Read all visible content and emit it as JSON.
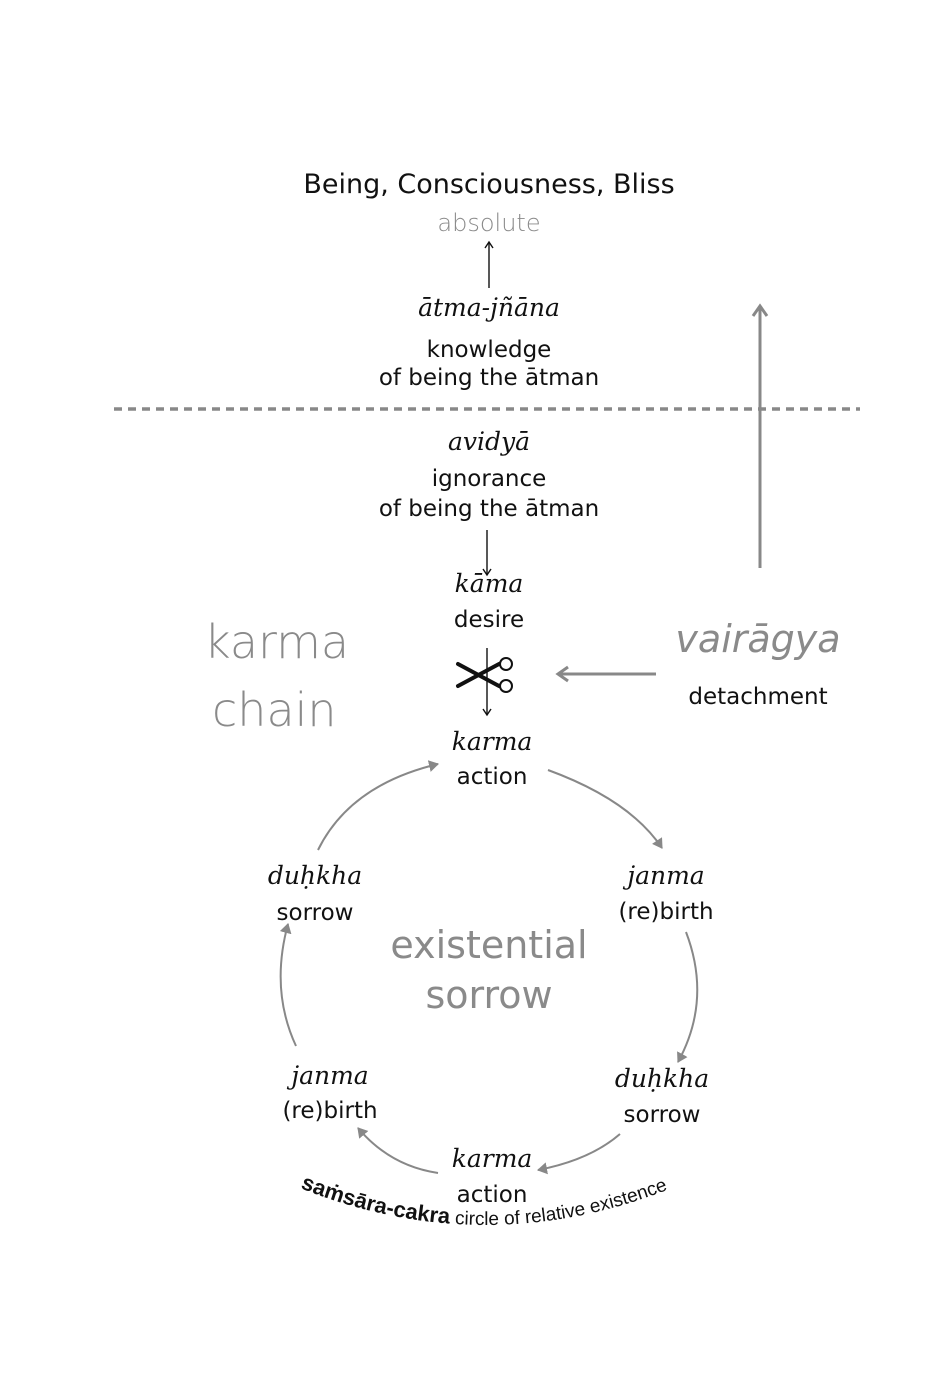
{
  "top": {
    "title": "Being, Consciousness, Bliss",
    "subtitle": "absolute"
  },
  "knowledge": {
    "term": "ātma-jñāna",
    "line1": "knowledge",
    "line2": "of being the ātman"
  },
  "ignorance": {
    "term": "avidyā",
    "line1": "ignorance",
    "line2": "of being the ātman"
  },
  "desire": {
    "term": "kāma",
    "label": "desire"
  },
  "chain_label": {
    "line1": "karma",
    "line2": "chain"
  },
  "detachment": {
    "term": "vairāgya",
    "label": "detachment"
  },
  "cycle": {
    "action_top": {
      "term": "karma",
      "label": "action"
    },
    "birth_right": {
      "term": "janma",
      "label": "(re)birth"
    },
    "sorrow_right": {
      "term": "duḥkha",
      "label": "sorrow"
    },
    "action_bottom": {
      "term": "karma",
      "label": "action"
    },
    "birth_left": {
      "term": "janma",
      "label": "(re)birth"
    },
    "sorrow_left": {
      "term": "duḥkha",
      "label": "sorrow"
    }
  },
  "center_label": {
    "line1": "existential",
    "line2": "sorrow"
  },
  "footer": {
    "bold": "saṁsāra-cakra",
    "rest": " circle of relative existence"
  },
  "colors": {
    "text": "#111111",
    "gray": "#8a8a8a",
    "arrow_gray": "#888888"
  }
}
